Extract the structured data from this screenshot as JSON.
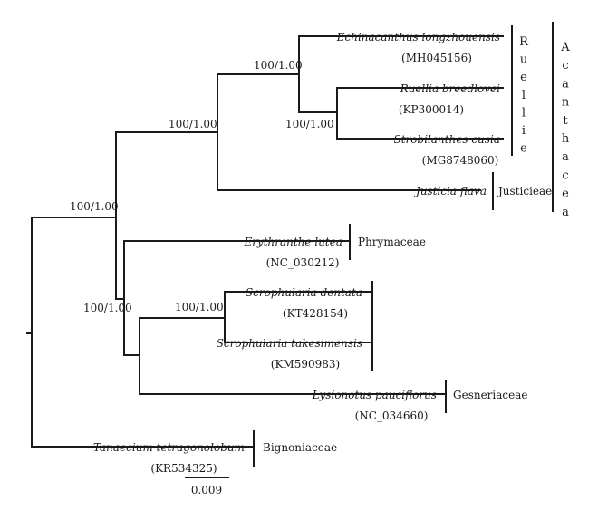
{
  "taxa": [
    {
      "id": "echinacanthus",
      "name": "Echinacanthus longzhouensis",
      "accession": "(MH045156)"
    },
    {
      "id": "ruellia",
      "name": "Ruellia breedlovei",
      "accession": "(KP300014)"
    },
    {
      "id": "strobilanthes",
      "name": "Strobilanthes cusia",
      "accession": "(MG8748060)"
    },
    {
      "id": "justicia",
      "name": "Justicia flava",
      "accession": ""
    },
    {
      "id": "erythranthe",
      "name": "Erythranthe lutea",
      "accession": "(NC_030212)"
    },
    {
      "id": "scroph-dentata",
      "name": "Scrophularia dentata",
      "accession": "(KT428154)"
    },
    {
      "id": "scroph-takesimensis",
      "name": "Scrophularia takesimensis",
      "accession": "(KM590983)"
    },
    {
      "id": "lysionotus",
      "name": "Lysionotus pauciflorus",
      "accession": "(NC_034660)"
    },
    {
      "id": "tanaecium",
      "name": "Tanaecium tetragonolobum",
      "accession": "(KR534325)"
    }
  ],
  "support_values": [
    {
      "id": "node-ruellieae",
      "label": "100/1.00"
    },
    {
      "id": "node-ruellia-strobilanthes",
      "label": "100/1.00"
    },
    {
      "id": "node-acanthaceae",
      "label": "100/1.00"
    },
    {
      "id": "node-ingroup",
      "label": "100/1.00"
    },
    {
      "id": "node-lamiales-lower",
      "label": "100/1.00"
    },
    {
      "id": "node-scrophularia",
      "label": "100/1.00"
    }
  ],
  "groups": [
    {
      "id": "ruellieae",
      "label": "Ruellie",
      "vertical": true
    },
    {
      "id": "acanthaceae",
      "label": "Acanthacea",
      "vertical": true
    },
    {
      "id": "justicieae",
      "label": "Justicieae",
      "vertical": false
    },
    {
      "id": "phrymaceae",
      "label": "Phrymaceae",
      "vertical": false
    },
    {
      "id": "scrophulariaceae",
      "label": "",
      "vertical": false
    },
    {
      "id": "gesneriaceae",
      "label": "Gesneriaceae",
      "vertical": false
    },
    {
      "id": "bignoniaceae",
      "label": "Bignoniaceae",
      "vertical": false
    }
  ],
  "scale_bar": {
    "label": "0.009"
  }
}
